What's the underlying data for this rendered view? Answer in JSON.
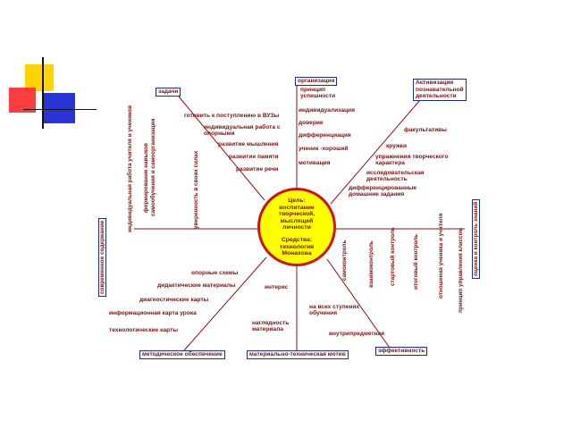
{
  "colors": {
    "deco_yellow": "#ffd400",
    "deco_red": "#ff2a2a",
    "deco_blue": "#2a33d6",
    "text": "#7a1010",
    "box_border": "#1a2a9a",
    "center_fill": "#ffff00",
    "center_border": "#cc1111",
    "line": "#8a1010"
  },
  "center": {
    "line1": "Цель:",
    "line2": "воспитание",
    "line3": "творческой,",
    "line4": "мыслящей",
    "line5": "личности",
    "sub1": "Средства:",
    "sub2": "технология",
    "sub3": "Монахова"
  },
  "boxes": {
    "tasks": "задачи",
    "organization": "организация",
    "motivation_1": "Активизация",
    "motivation_2": "познавательной",
    "motivation_3": "деятельности",
    "methodical": "методическое обеспечение",
    "material_tech": "материально-техническая  мотив",
    "effectiveness": "эффективность",
    "left_vertical": "современное содержание",
    "right_vertical": "оценка и контроль знаний"
  },
  "tasks_items": [
    "готовить к поступлению в ВУЗы",
    "индивидуальная работа с",
    "опорными",
    "развитие мышления",
    "развитие памяти",
    "развитие речи"
  ],
  "org_items": [
    "принцип",
    "успешности",
    "индивидуализация",
    "доверие",
    "дифференциация",
    "ученик -хороший",
    "мотивация"
  ],
  "activ_items": [
    "факультативы",
    "кружки",
    "упражнения творческого",
    "характера",
    "исследовательская",
    "деятельность",
    "дифференцированные",
    "домашние задания"
  ],
  "method_items": [
    "опорные схемы",
    "дидактические материалы",
    "диагностические карты",
    "информационная карта урока",
    "технологические карты"
  ],
  "mat_items": [
    "интерес",
    "наглядность",
    "материала"
  ],
  "eff_items": [
    "на всех ступенях",
    "обучения",
    "внутрипредметная"
  ],
  "left_vertical_items": [
    "индивидуальная работа учителя и учеников",
    "формирование навыков",
    "самообучения и самоорганизации",
    "уверенность в своих силах"
  ],
  "right_vertical_items": [
    "самоконтроль",
    "взаимоконтроль",
    "стартовый контроль",
    "итоговый контроль",
    "отношения ученика и учителя",
    "принцип управления классом"
  ]
}
